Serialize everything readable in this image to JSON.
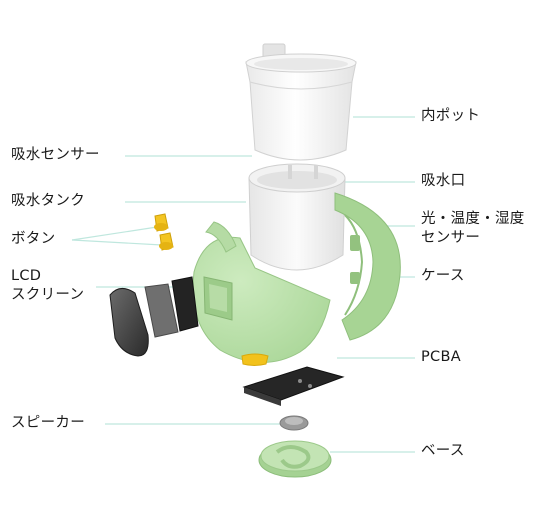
{
  "labels": {
    "inner_pot": "内ポット",
    "water_sensor": "吸水センサー",
    "water_inlet": "吸水口",
    "water_tank": "吸水タンク",
    "light_sensor_line1": "光・温度・湿度",
    "light_sensor_line2": "センサー",
    "button": "ボタン",
    "lcd_line1": "LCD",
    "lcd_line2": "スクリーン",
    "case": "ケース",
    "pcba": "PCBA",
    "speaker": "スピーカー",
    "base": "ベース"
  },
  "colors": {
    "case_green": "#b9dfa8",
    "case_green_dark": "#9cc98a",
    "tank_white": "#f4f4f4",
    "leader_line": "#bfe7de",
    "button_yellow": "#f2c21c",
    "screen_dark": "#2f2f2f",
    "pcb_black": "#262626"
  }
}
